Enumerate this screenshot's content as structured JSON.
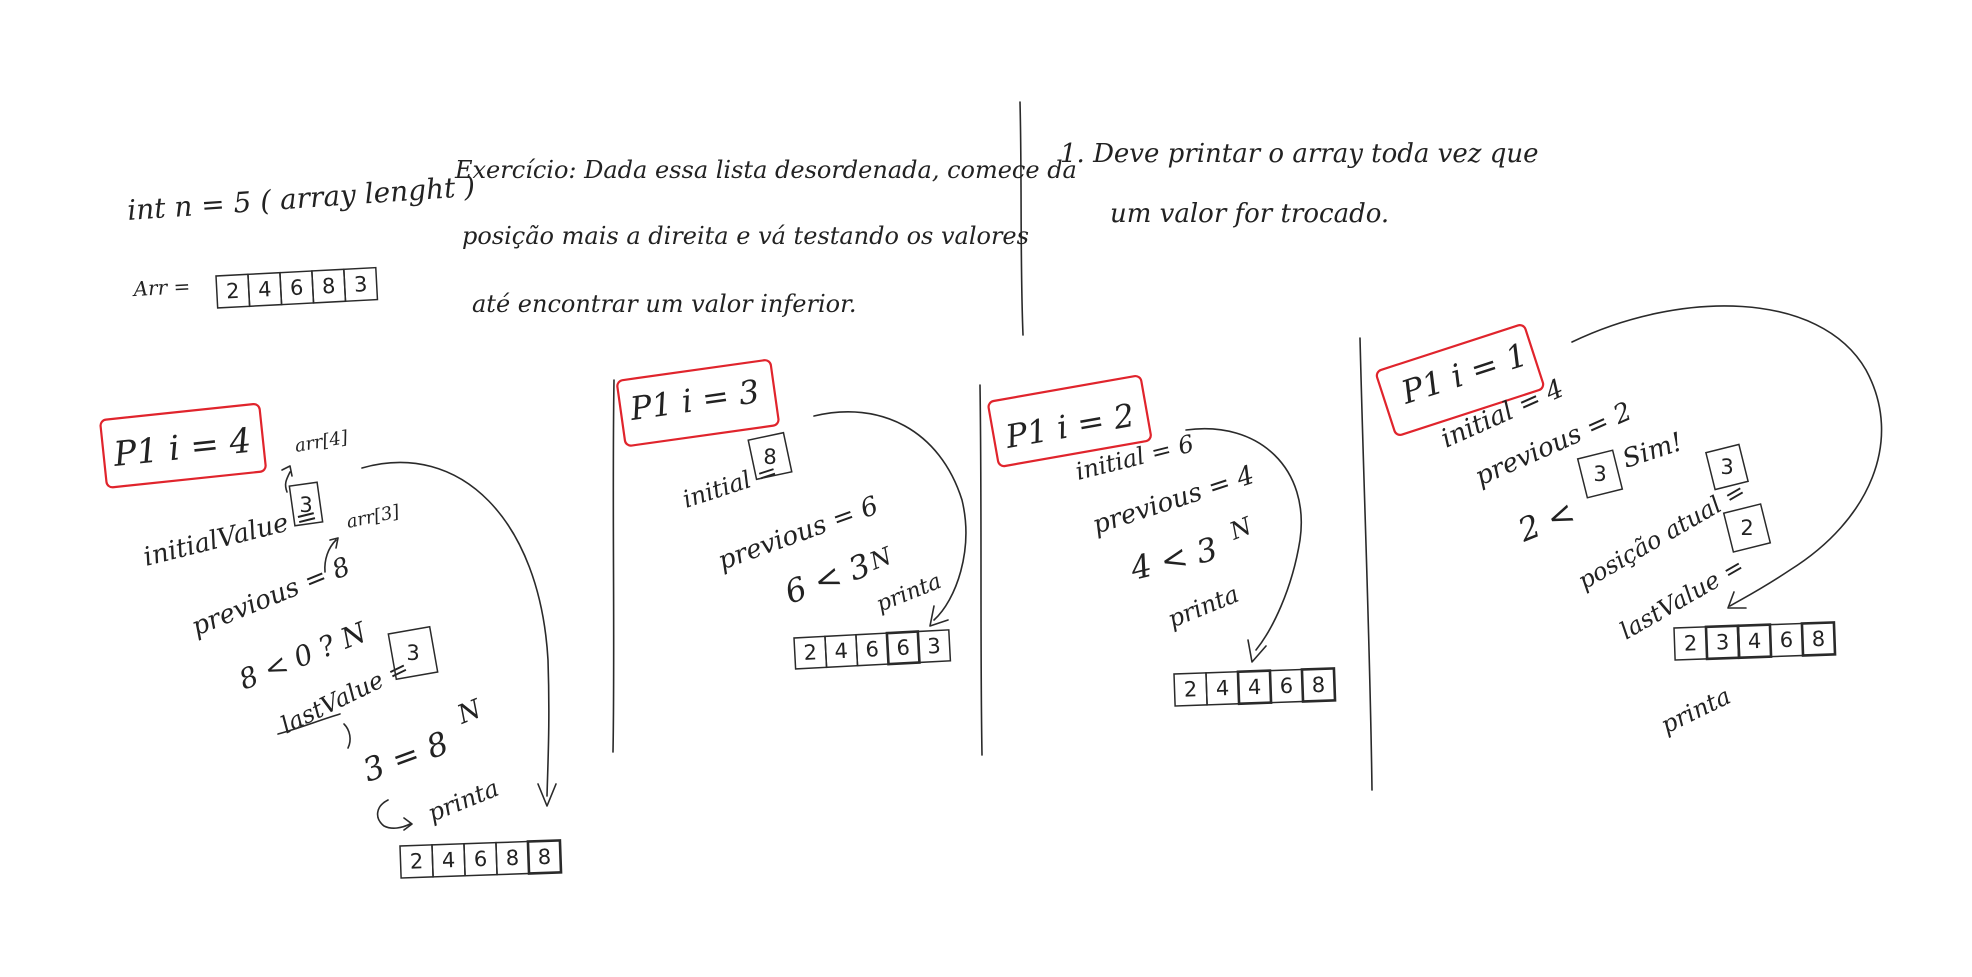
{
  "top": {
    "n_line": "int n = 5 ( array lenght )",
    "arr_label": "Arr =",
    "arr_values": [
      "2",
      "4",
      "6",
      "8",
      "3"
    ],
    "exercise_line1": "Exercício: Dada essa lista desordenada, comece da",
    "exercise_line2": "posição mais a direita e vá testando os valores",
    "exercise_line3": "até encontrar um valor inferior.",
    "note_line1": "1. Deve printar o array toda vez que",
    "note_line2": "um valor for trocado."
  },
  "panel1": {
    "box_label": "P1   i = 4",
    "arr4": "arr[4]",
    "arr3": "arr[3]",
    "initial_label": "initialValue =",
    "initial_value": "3",
    "previous": "previous = 8",
    "question": "8 < 0 ? N",
    "last_label": "lastValue =",
    "last_value": "3",
    "eq": "3 = 8",
    "N": "N",
    "printa": "printa",
    "result": [
      "2",
      "4",
      "6",
      "8",
      "8"
    ]
  },
  "panel2": {
    "box_label": "P1   i = 3",
    "initial_label": "initial =",
    "initial_value": "8",
    "previous": "previous = 6",
    "question": "6 < 3",
    "N": "N",
    "printa": "printa",
    "result": [
      "2",
      "4",
      "6",
      "6",
      "3"
    ]
  },
  "panel3": {
    "box_label": "P1   i = 2",
    "initial": "initial = 6",
    "previous": "previous = 4",
    "question": "4 < 3",
    "N": "N",
    "printa": "printa",
    "result": [
      "2",
      "4",
      "4",
      "6",
      "8"
    ]
  },
  "panel4": {
    "box_label": "P1   i = 1",
    "initial": "initial = 4",
    "previous": "previous = 2",
    "q_left": "2 <",
    "q_box": "3",
    "q_right": "Sim!",
    "pos_label": "posição atual =",
    "pos_value": "3",
    "last_label": "lastValue =",
    "last_value": "2",
    "printa": "printa",
    "result": [
      "2",
      "3",
      "4",
      "6",
      "8"
    ]
  }
}
